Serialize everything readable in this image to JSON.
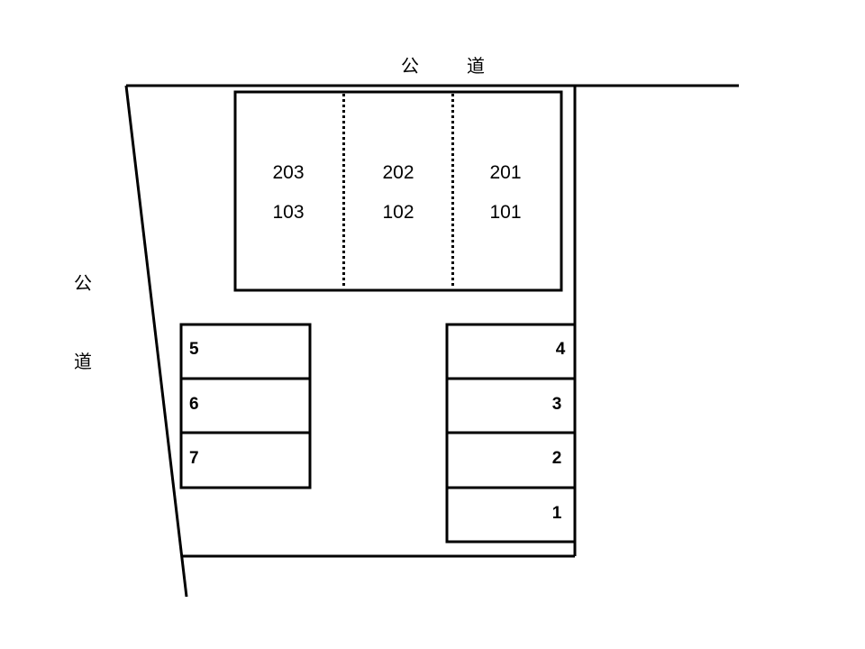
{
  "roads": {
    "top": {
      "char1": "公",
      "char2": "道"
    },
    "left": {
      "char1": "公",
      "char2": "道"
    }
  },
  "building": {
    "units": [
      {
        "upper": "203",
        "lower": "103"
      },
      {
        "upper": "202",
        "lower": "102"
      },
      {
        "upper": "201",
        "lower": "101"
      }
    ]
  },
  "parking": {
    "left_column": [
      "5",
      "6",
      "7"
    ],
    "right_column": [
      "4",
      "3",
      "2",
      "1"
    ]
  }
}
